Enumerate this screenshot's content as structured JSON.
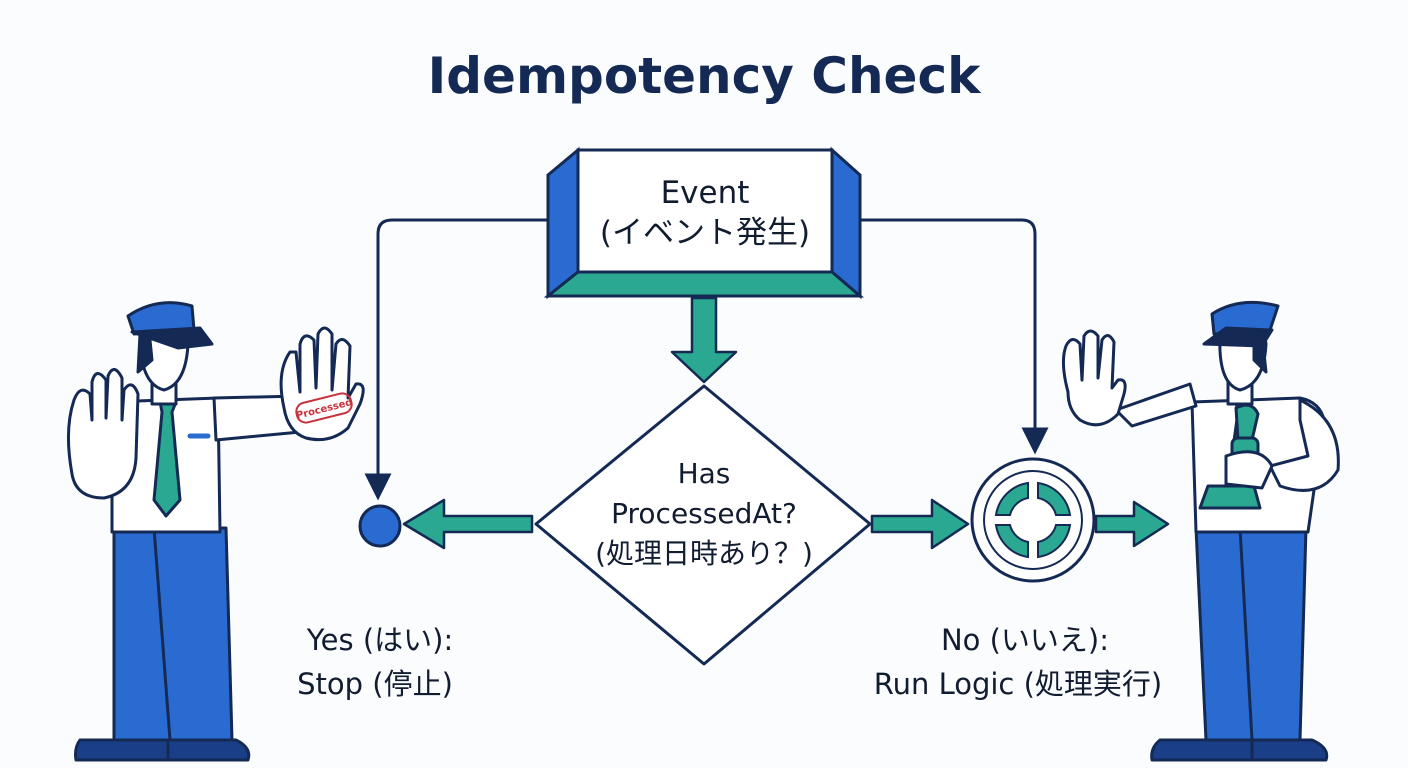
{
  "title": "Idempotency Check",
  "event_box": {
    "line1": "Event",
    "line2": "(イベント発生)"
  },
  "decision": {
    "line1": "Has",
    "line2": "ProcessedAt?",
    "line3": "(処理日時あり？)"
  },
  "yes_branch": {
    "line1": "Yes (はい):",
    "line2": "Stop (停止)"
  },
  "no_branch": {
    "line1": "No (いいえ):",
    "line2": "Run Logic (処理実行)"
  },
  "stamp_label": "Processed",
  "colors": {
    "navy": "#142a54",
    "blue": "#2a6bd1",
    "teal": "#2aa891",
    "stamp_red": "#c8323c"
  }
}
